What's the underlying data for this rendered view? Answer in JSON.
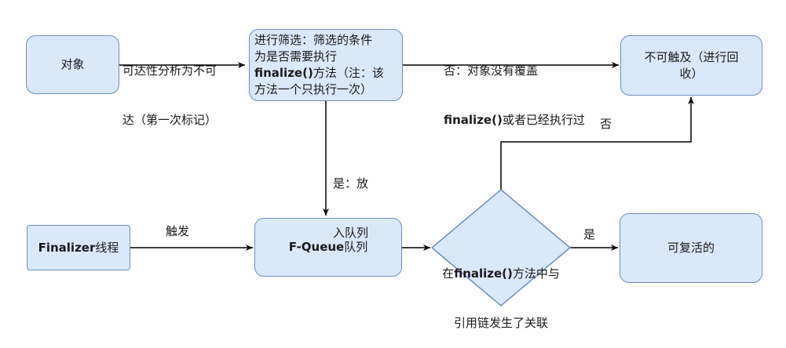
{
  "nodes": {
    "object": "对象",
    "filter": {
      "line1": "进行筛选：筛选的条件",
      "line2": "为是否需要执行",
      "line3_bold": "finalize()",
      "line3_rest": "方法（注：该",
      "line4": "方法一个只执行一次）"
    },
    "not_reachable": {
      "line1": "不可触及（进行回",
      "line2": "收）"
    },
    "finalizer_thread": {
      "bold": "Finalizer",
      "rest": "线程"
    },
    "fqueue": {
      "bold": "F-Queue",
      "rest": "队列"
    },
    "decision": {
      "prefix": "在",
      "bold": "finalize()",
      "rest": "方法中与",
      "line2": "引用链发生了关联"
    },
    "revivable": "可复活的"
  },
  "edge_labels": {
    "reachability": {
      "line1": "可达性分析为不可",
      "line2": "达（第一次标记）"
    },
    "no_override": {
      "line1": "否：对象没有覆盖",
      "line2_bold": "finalize()",
      "line2_rest": "或者已经执行过"
    },
    "yes_queue": {
      "line1": "是：放",
      "line2": "入队列"
    },
    "trigger": "触发",
    "no": "否",
    "yes": "是"
  },
  "colors": {
    "node_fill": "#dae8fc",
    "node_stroke": "#6c8ebf",
    "edge": "#000000"
  }
}
